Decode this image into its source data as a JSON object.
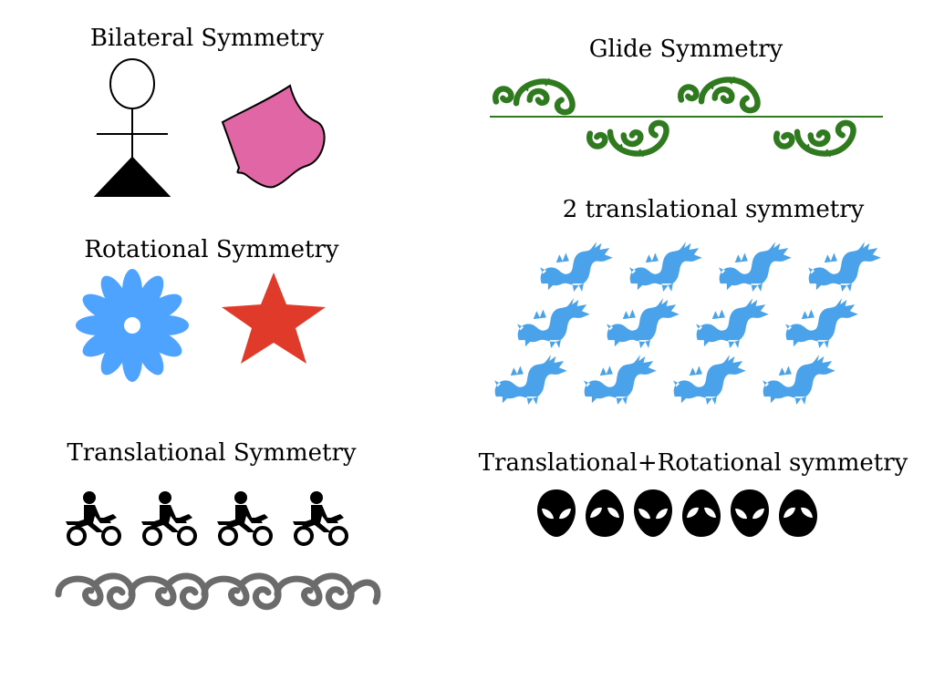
{
  "sections": {
    "bilateral": {
      "title": "Bilateral Symmetry"
    },
    "rotational": {
      "title": "Rotational Symmetry"
    },
    "translational": {
      "title": "Translational Symmetry"
    },
    "glide": {
      "title": "Glide Symmetry"
    },
    "two_translational": {
      "title": "2 translational symmetry"
    },
    "translational_rotational": {
      "title": "Translational+Rotational symmetry"
    }
  },
  "colors": {
    "hat": "#e066a6",
    "flower": "#4da3ff",
    "star": "#e03a2a",
    "vine": "#2f7a1f",
    "dragon": "#4aa3ea",
    "scroll": "#6b6b6b",
    "ink": "#000000"
  },
  "icons": {
    "stick_figure": "stick-figure-icon",
    "top_hat": "top-hat-icon",
    "flower": "flower-icon",
    "star": "star-icon",
    "motorcycle_rider": "motorcycle-rider-icon",
    "wave_scroll": "wave-scroll-icon",
    "vine_swirl": "vine-swirl-icon",
    "dragon": "dragon-icon",
    "alien_head": "alien-head-icon"
  },
  "counts": {
    "riders": 4,
    "alien_heads": 6,
    "dragon_rows": [
      4,
      4,
      4
    ]
  }
}
